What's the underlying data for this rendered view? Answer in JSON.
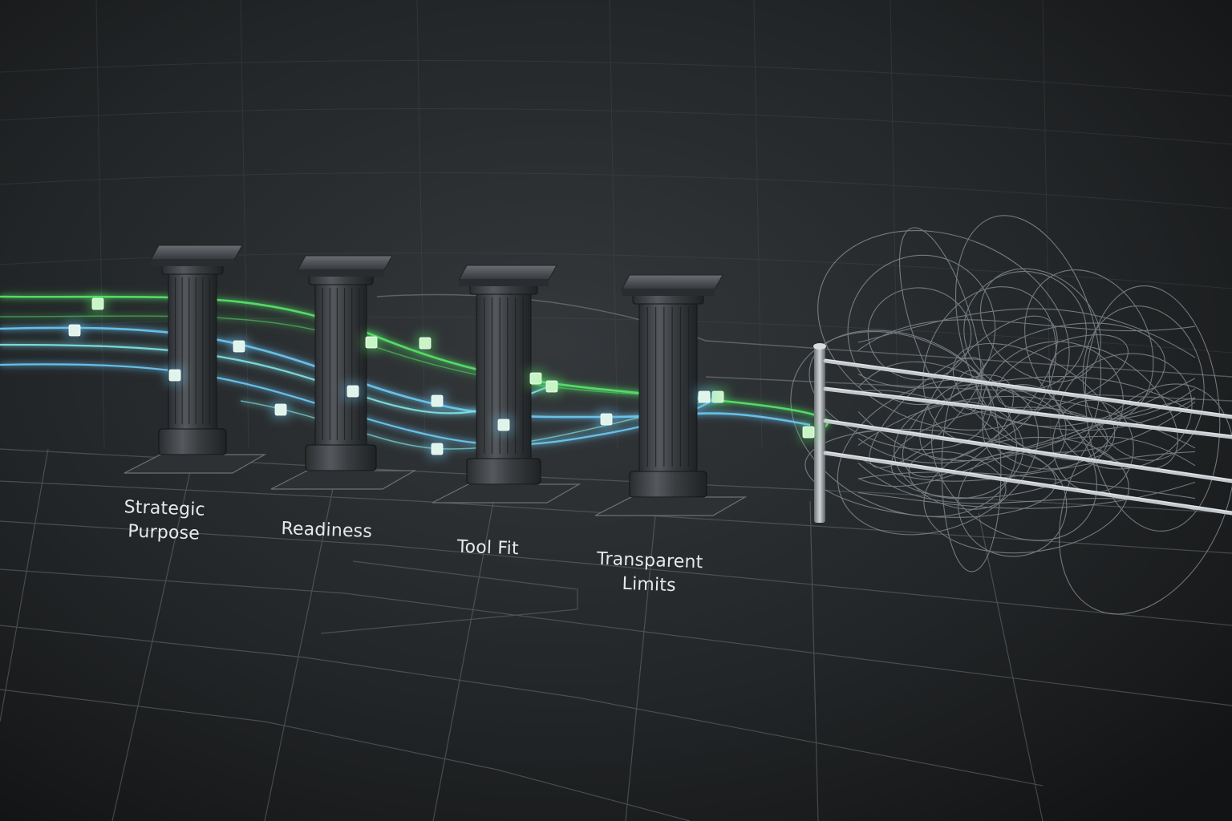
{
  "pillars": [
    {
      "id": "strategic-purpose",
      "lines": [
        "Strategic",
        "Purpose"
      ]
    },
    {
      "id": "readiness",
      "lines": [
        "Readiness"
      ]
    },
    {
      "id": "tool-fit",
      "lines": [
        "Tool Fit"
      ]
    },
    {
      "id": "transparent-limits",
      "lines": [
        "Transparent",
        "Limits"
      ]
    }
  ],
  "colors": {
    "background": "#1b1d1f",
    "grid_line": "#5b6166",
    "pillar_body": "#3a3d40",
    "pillar_shadow": "#24272a",
    "green_flow": "#56e36a",
    "blue_flow": "#6cc7f2",
    "cyan_flow": "#7fe1e4",
    "node": "#dff4ea",
    "fence": "#b9bec2",
    "tangle": "#9aa0a5"
  }
}
